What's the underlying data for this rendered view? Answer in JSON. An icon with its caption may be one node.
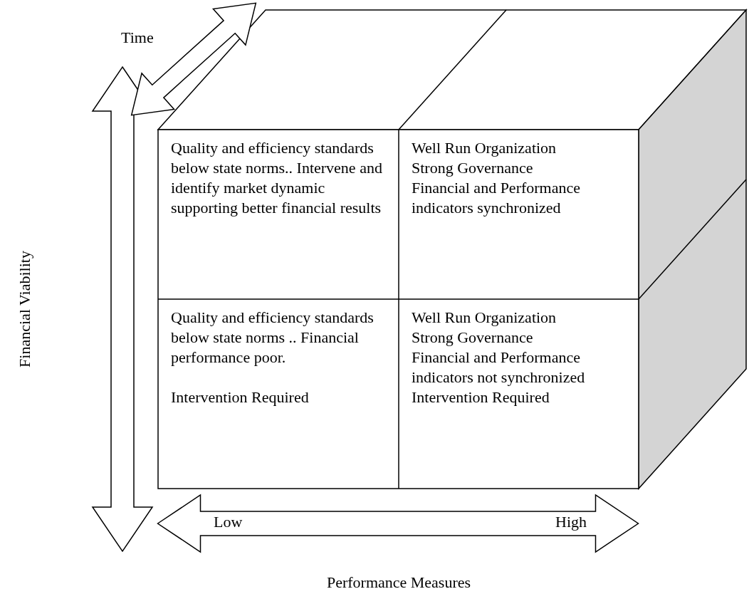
{
  "diagram": {
    "nodes": [
      {
        "text": [
          "Quality and efficiency standards below state norms.. Intervene and identify market dynamic supporting better financial results"
        ]
      },
      {
        "text": [
          "Well Run Organization",
          "Strong Governance",
          "Financial and Performance indicators synchronized"
        ]
      },
      {
        "text": [
          "Quality and efficiency standards below state norms .. Financial performance poor.",
          "Intervention Required"
        ]
      },
      {
        "text": [
          "Well Run Organization",
          "Strong Governance",
          "Financial and Performance indicators not synchronized",
          "Intervention Required"
        ]
      }
    ],
    "labels": [
      "Time",
      "Financial Viability",
      "Low",
      "High",
      "Performance Measures"
    ]
  }
}
